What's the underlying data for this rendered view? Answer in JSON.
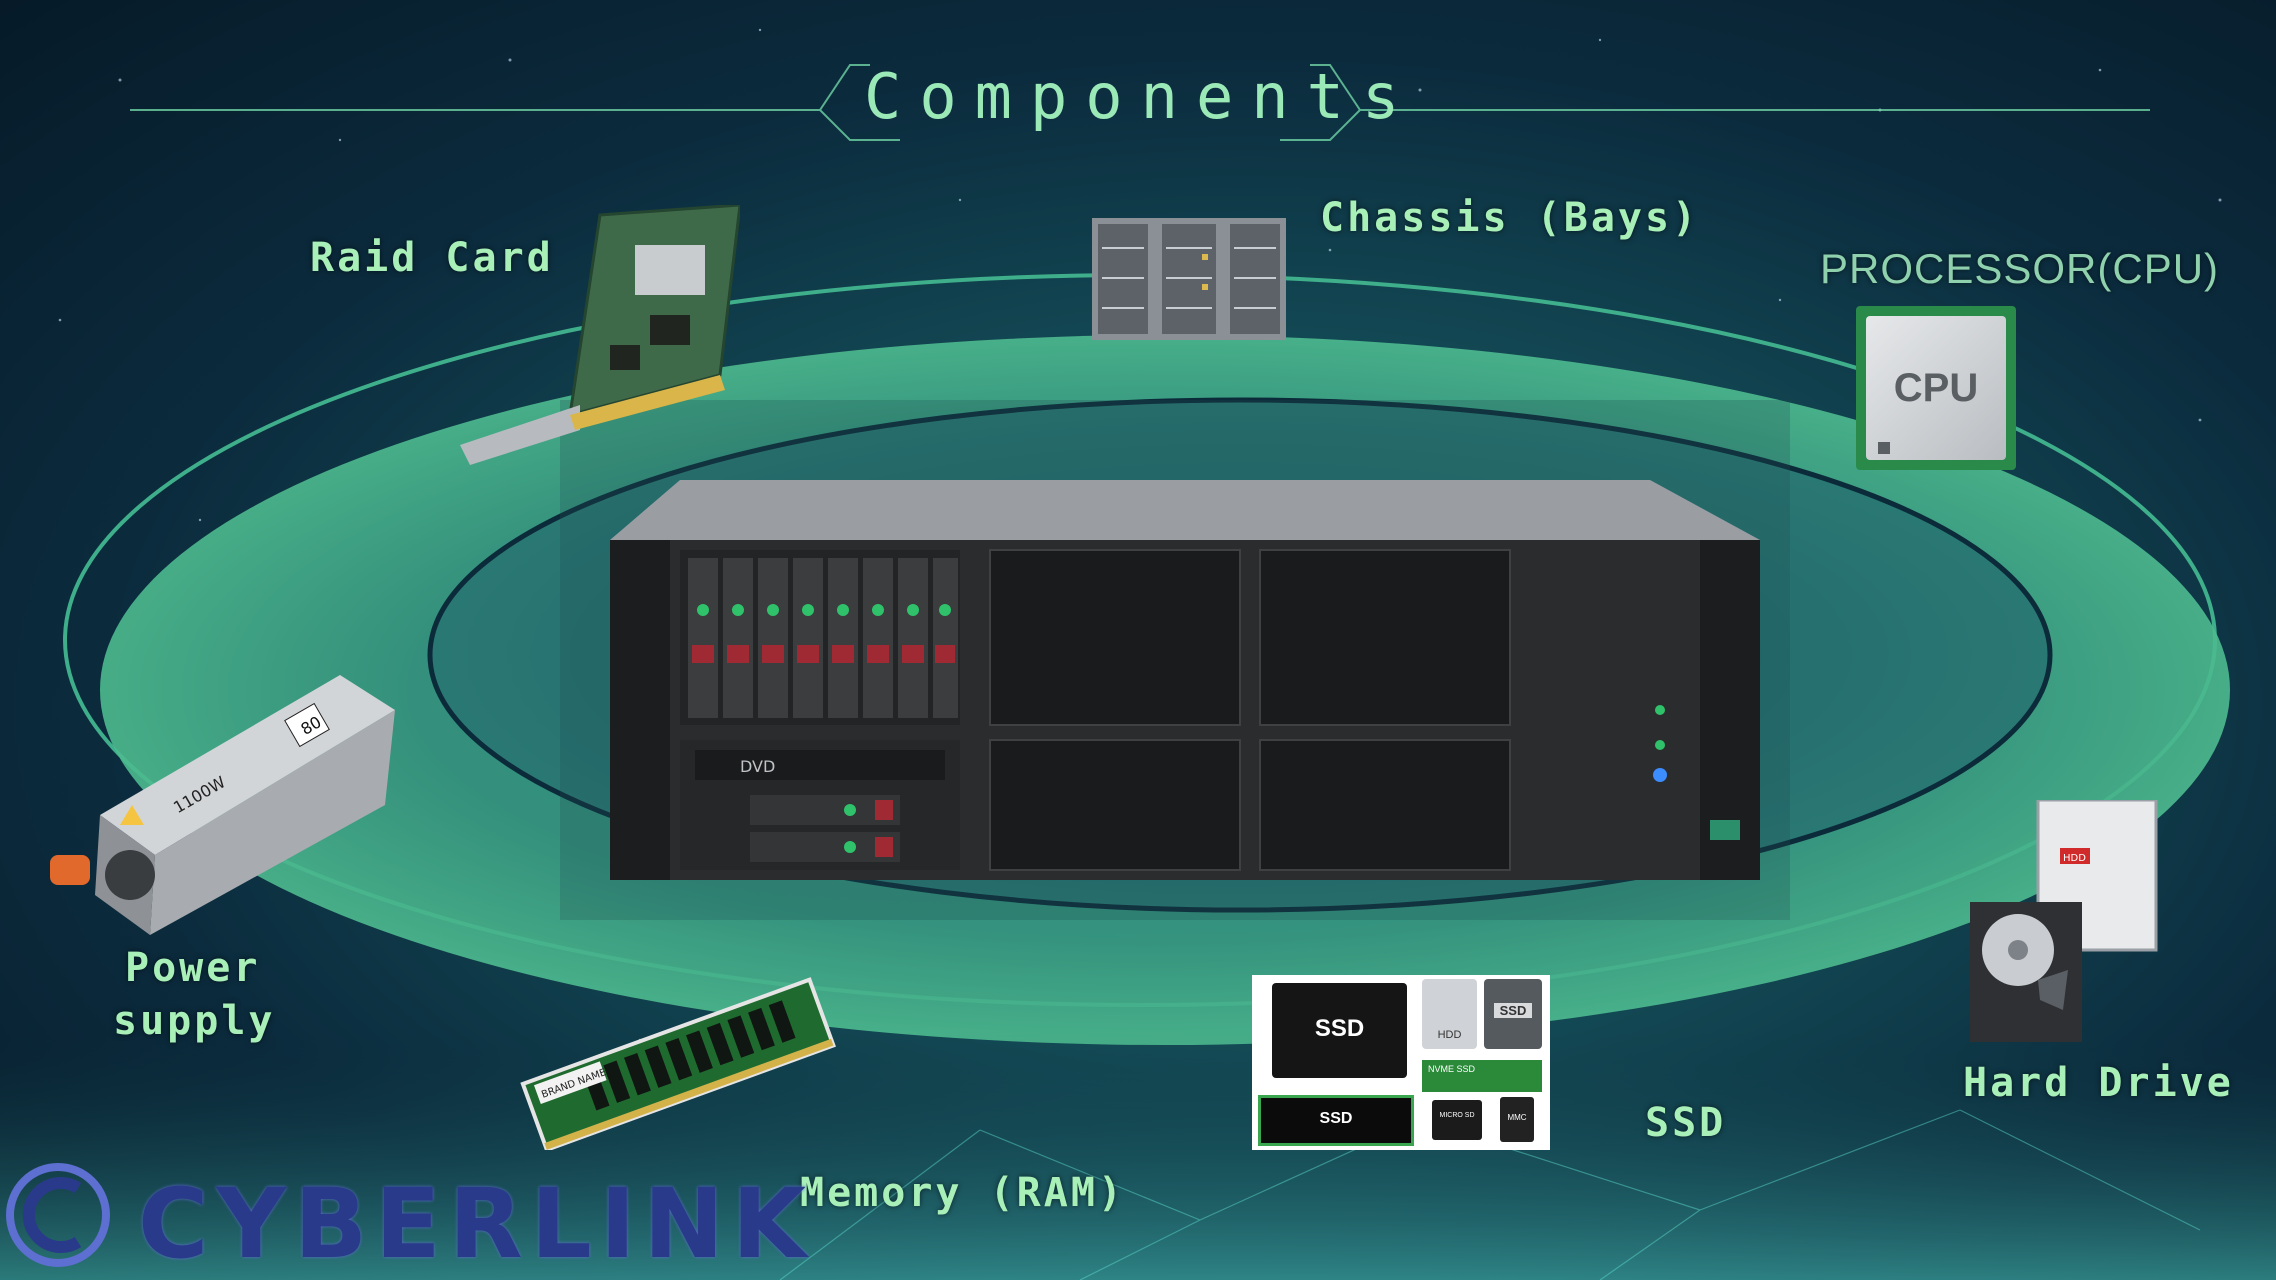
{
  "title": "Components",
  "labels": {
    "raid_card": "Raid Card",
    "chassis": "Chassis (Bays)",
    "processor": "PROCESSOR(CPU)",
    "power_supply_line1": "Power",
    "power_supply_line2": "supply",
    "memory": "Memory (RAM)",
    "ssd": "SSD",
    "hard_drive": "Hard Drive"
  },
  "component_text": {
    "cpu_chip": "CPU",
    "ssd_big": "SSD",
    "ssd_small": "SSD",
    "ssd_bar": "SSD",
    "hdd_small": "HDD",
    "nvme": "NVME SSD",
    "micro_sd": "MICRO SD",
    "mmc": "MMC",
    "hdd_label": "HDD",
    "ram_brand": "BRAND NAME",
    "psu_watt": "1100W",
    "psu_badge": "80",
    "dvd": "DVD"
  },
  "brand": {
    "name": "CYBERLINK"
  },
  "colors": {
    "accent": "#a8f0b8",
    "ring": "#3fae8a",
    "brand": "#2a3a8a"
  }
}
